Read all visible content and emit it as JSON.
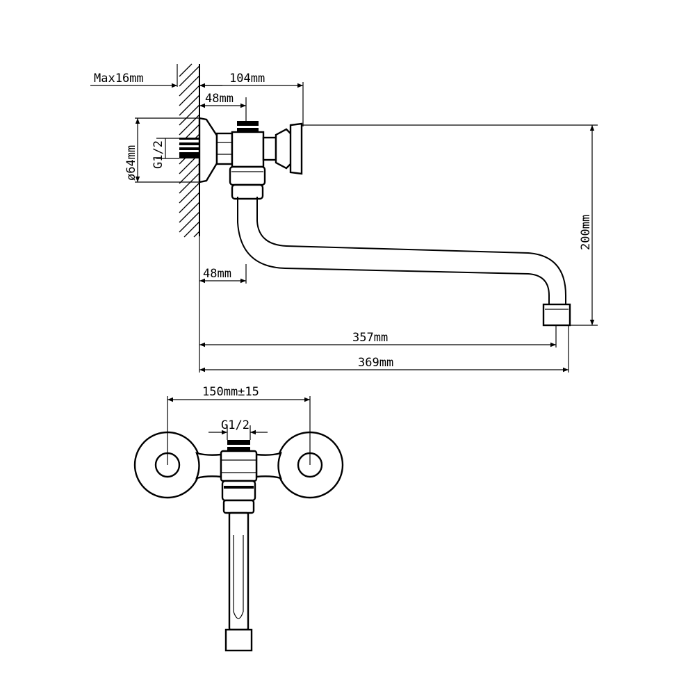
{
  "side_view": {
    "dimensions": {
      "wall_thickness": "Max16mm",
      "body_depth": "104mm",
      "valve_offset_top": "48mm",
      "valve_offset_bottom": "48mm",
      "flange_diameter": "ø64mm",
      "inlet_thread": "G1/2",
      "height": "200mm",
      "spout_reach": "357mm",
      "total_reach": "369mm"
    }
  },
  "front_view": {
    "dimensions": {
      "inlet_spacing": "150mm±15",
      "thread": "G1/2"
    }
  },
  "colors": {
    "line": "#000000",
    "background": "#ffffff"
  }
}
